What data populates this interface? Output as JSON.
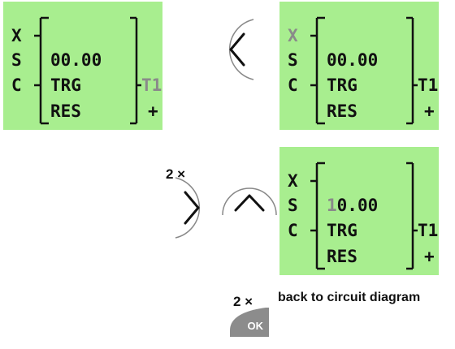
{
  "displays": [
    {
      "left_col": [
        "X",
        "S",
        "C"
      ],
      "value": "00.00",
      "value_hl_digit": "",
      "value_rest": "00.00",
      "trg": "TRG",
      "res": "RES",
      "tag": "T1",
      "plus": "+",
      "highlight": "T1"
    },
    {
      "left_col": [
        "X",
        "S",
        "C"
      ],
      "value_hl_digit": "",
      "value_rest": "00.00",
      "trg": "TRG",
      "res": "RES",
      "tag": "T1",
      "plus": "+",
      "highlight": "X"
    },
    {
      "left_col": [
        "X",
        "S",
        "C"
      ],
      "value_hl_digit": "1",
      "value_rest": "0.00",
      "trg": "TRG",
      "res": "RES",
      "tag": "T1",
      "plus": "+",
      "highlight": "digit"
    }
  ],
  "buttons": {
    "left_arrow": "left-arrow",
    "right_arrow": "right-arrow",
    "up_arrow": "up-arrow",
    "ok_label": "OK"
  },
  "labels": {
    "times_right": "2 ×",
    "times_ok": "2 ×",
    "back_text": "back to circuit diagram"
  },
  "colors": {
    "lcd_background": "#a8ee8f",
    "highlight_gray": "#8a8a8a",
    "ok_button": "#8c8c8c"
  }
}
